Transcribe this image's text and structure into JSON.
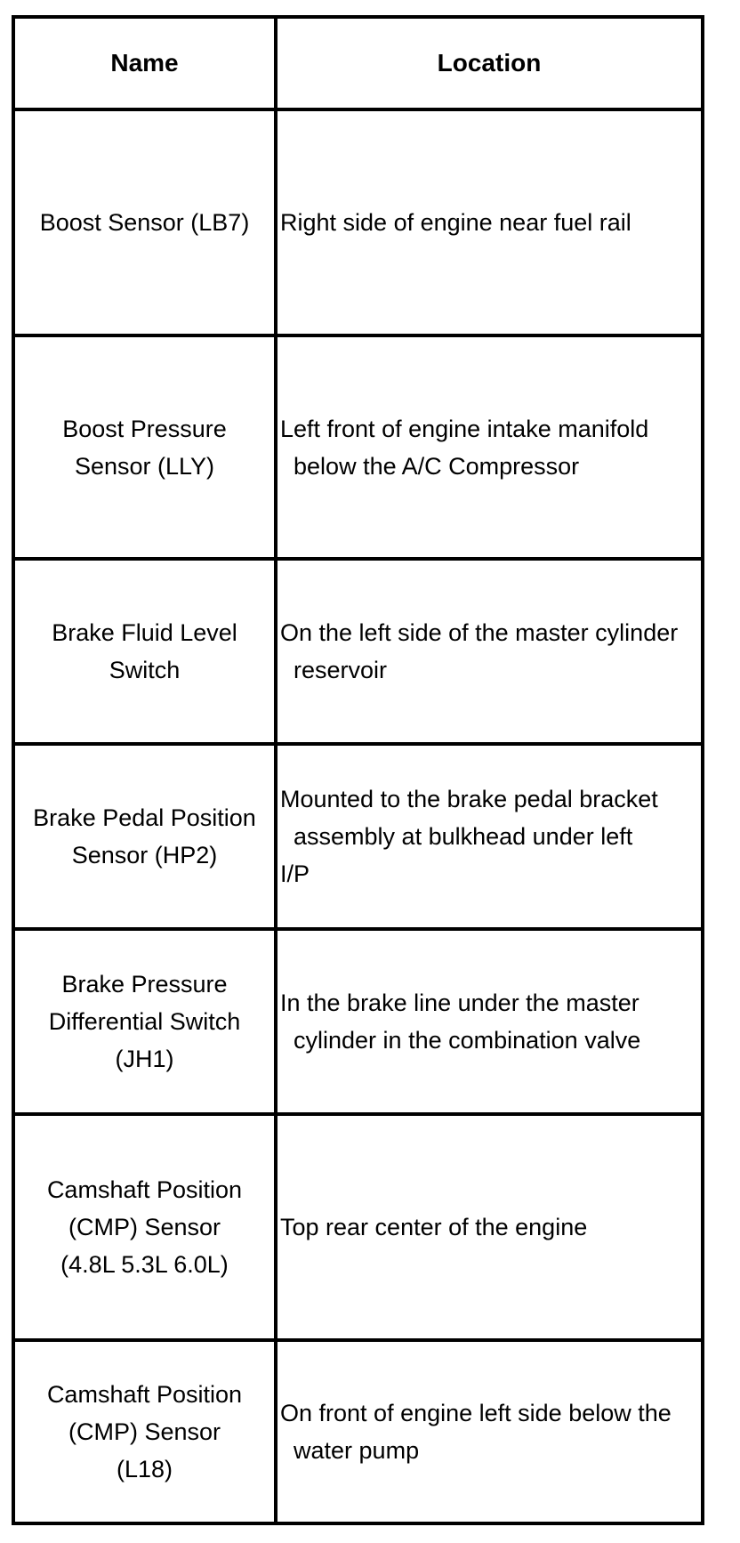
{
  "document": {
    "background": "#ffffff",
    "border_color": "#000000",
    "text_color": "#000000"
  },
  "table": {
    "headers": {
      "name": "Name",
      "location": "Location"
    },
    "rows": [
      {
        "name": "Boost Sensor (LB7)",
        "location": "Right side of engine near fuel rail"
      },
      {
        "name": "Boost Pressure\nSensor (LLY)",
        "location": "Left front of engine intake manifold\n  below the A/C Compressor"
      },
      {
        "name": "Brake Fluid Level\nSwitch",
        "location": "On the left side of the master cylinder\n  reservoir"
      },
      {
        "name": "Brake Pedal Position\nSensor (HP2)",
        "location": "Mounted to the brake pedal bracket\n  assembly at bulkhead under left\nI/P"
      },
      {
        "name": "Brake Pressure\nDifferential Switch\n(JH1)",
        "location": "In the brake line under the master\n  cylinder in the combination valve"
      },
      {
        "name": "Camshaft Position\n(CMP) Sensor\n(4.8L 5.3L 6.0L)",
        "location": "Top rear center of the engine"
      },
      {
        "name": "Camshaft Position\n(CMP) Sensor\n(L18)",
        "location": "On front of engine left side below the\n  water pump"
      }
    ]
  }
}
